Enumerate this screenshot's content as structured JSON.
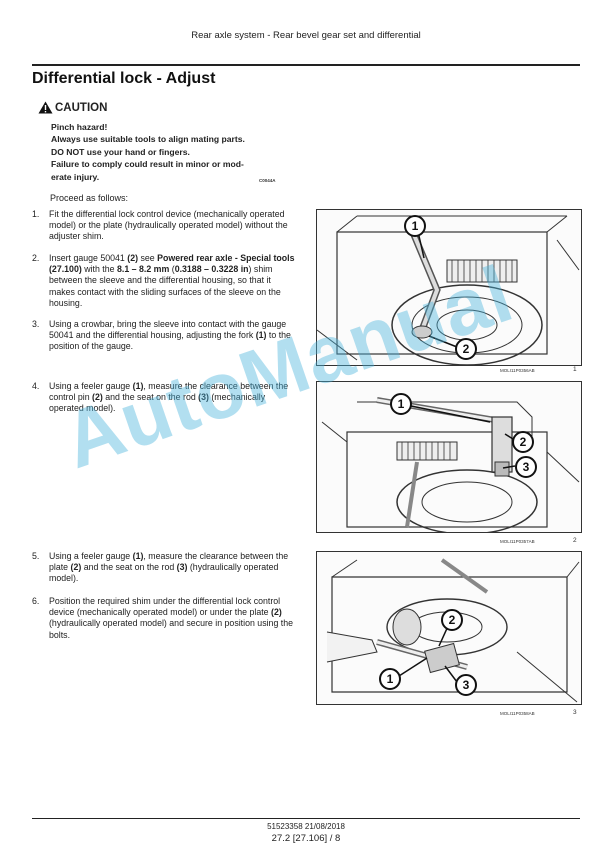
{
  "header": {
    "title": "Rear axle system - Rear bevel gear set and differential"
  },
  "section_title": "Differential lock - Adjust",
  "caution": {
    "heading": "CAUTION",
    "lines": [
      "Pinch hazard!",
      "Always use suitable tools to align mating parts.",
      "DO NOT use your hand or fingers.",
      "Failure to comply could result in minor or mod-",
      "erate injury."
    ],
    "code": "C0044A"
  },
  "intro": "Proceed as follows:",
  "steps": [
    {
      "num": "1.",
      "text": "Fit the differential lock control device (mechanically operated model) or the plate (hydraulically operated model) without the adjuster shim."
    },
    {
      "num": "2.",
      "t1": "Insert gauge 50041 ",
      "b1": "(2)",
      "t2": " see ",
      "b2": "Powered rear axle - Special tools (27.100)",
      "t3": " with the ",
      "b3": "8.1 – 8.2 mm",
      "t4": " (",
      "b4": "0.3188 – 0.3228 in",
      "t5": ") shim between the sleeve and the differential housing, so that it makes contact with the sliding surfaces of the sleeve on the housing."
    },
    {
      "num": "3.",
      "t1": "Using a crowbar, bring the sleeve into contact with the gauge 50041 and the differential housing, adjusting the fork ",
      "b1": "(1)",
      "t2": " to the position of the gauge."
    },
    {
      "num": "4.",
      "t1": "Using a feeler gauge ",
      "b1": "(1)",
      "t2": ", measure the clearance between the control pin ",
      "b2": "(2)",
      "t3": " and the seat on the rod ",
      "b3": "(3)",
      "t4": " (mechanically operated model)."
    },
    {
      "num": "5.",
      "t1": "Using a feeler gauge ",
      "b1": "(1)",
      "t2": ", measure the clearance between the plate ",
      "b2": "(2)",
      "t3": " and the seat on the rod ",
      "b3": "(3)",
      "t4": " (hydraulically operated model)."
    },
    {
      "num": "6.",
      "t1": "Position the required shim under the differential lock control device (mechanically operated model) or under the plate ",
      "b1": "(2)",
      "t2": " (hydraulically operated model) and secure in position using the bolts."
    }
  ],
  "figures": [
    {
      "code": "MOLI11P0356AB",
      "num": "1",
      "callouts": [
        "1",
        "2"
      ]
    },
    {
      "code": "MOLI11P0357AB",
      "num": "2",
      "callouts": [
        "1",
        "2",
        "3"
      ]
    },
    {
      "code": "MOLI11P0358AB",
      "num": "3",
      "callouts": [
        "1",
        "2",
        "3"
      ]
    }
  ],
  "watermark": "AutoManual",
  "footer": {
    "doc": "51523358 21/08/2018",
    "page": "27.2 [27.106] / 8"
  }
}
